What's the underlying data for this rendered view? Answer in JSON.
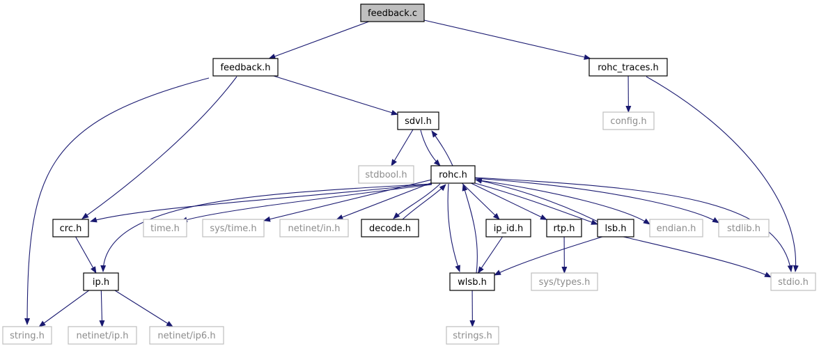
{
  "diagram": {
    "colors": {
      "edge": "#191970",
      "box_border": "#000000",
      "ghost_border": "#bfbfbf",
      "ghost_text": "#8c8c8c",
      "root_fill": "#bfbfbf"
    },
    "nodes": [
      {
        "id": "feedback_c",
        "label": "feedback.c",
        "style": "root"
      },
      {
        "id": "feedback_h",
        "label": "feedback.h",
        "style": "solid"
      },
      {
        "id": "rohc_traces_h",
        "label": "rohc_traces.h",
        "style": "solid"
      },
      {
        "id": "config_h",
        "label": "config.h",
        "style": "ghost"
      },
      {
        "id": "sdvl_h",
        "label": "sdvl.h",
        "style": "solid"
      },
      {
        "id": "stdbool_h",
        "label": "stdbool.h",
        "style": "ghost"
      },
      {
        "id": "rohc_h",
        "label": "rohc.h",
        "style": "solid"
      },
      {
        "id": "crc_h",
        "label": "crc.h",
        "style": "solid"
      },
      {
        "id": "time_h",
        "label": "time.h",
        "style": "ghost"
      },
      {
        "id": "sys_time_h",
        "label": "sys/time.h",
        "style": "ghost"
      },
      {
        "id": "netinet_in_h",
        "label": "netinet/in.h",
        "style": "ghost"
      },
      {
        "id": "decode_h",
        "label": "decode.h",
        "style": "solid"
      },
      {
        "id": "ip_id_h",
        "label": "ip_id.h",
        "style": "solid"
      },
      {
        "id": "rtp_h",
        "label": "rtp.h",
        "style": "solid"
      },
      {
        "id": "lsb_h",
        "label": "lsb.h",
        "style": "solid"
      },
      {
        "id": "endian_h",
        "label": "endian.h",
        "style": "ghost"
      },
      {
        "id": "stdlib_h",
        "label": "stdlib.h",
        "style": "ghost"
      },
      {
        "id": "ip_h",
        "label": "ip.h",
        "style": "solid"
      },
      {
        "id": "wlsb_h",
        "label": "wlsb.h",
        "style": "solid"
      },
      {
        "id": "sys_types_h",
        "label": "sys/types.h",
        "style": "ghost"
      },
      {
        "id": "stdio_h",
        "label": "stdio.h",
        "style": "ghost"
      },
      {
        "id": "string_h",
        "label": "string.h",
        "style": "ghost"
      },
      {
        "id": "netinet_ip_h",
        "label": "netinet/ip.h",
        "style": "ghost"
      },
      {
        "id": "netinet_ip6_h",
        "label": "netinet/ip6.h",
        "style": "ghost"
      },
      {
        "id": "strings_h",
        "label": "strings.h",
        "style": "ghost"
      }
    ],
    "edges": [
      [
        "feedback_c",
        "feedback_h"
      ],
      [
        "feedback_c",
        "rohc_traces_h"
      ],
      [
        "feedback_h",
        "sdvl_h"
      ],
      [
        "feedback_h",
        "crc_h"
      ],
      [
        "feedback_h",
        "string_h"
      ],
      [
        "rohc_traces_h",
        "config_h"
      ],
      [
        "rohc_traces_h",
        "stdio_h"
      ],
      [
        "sdvl_h",
        "stdbool_h"
      ],
      [
        "sdvl_h",
        "rohc_h"
      ],
      [
        "rohc_h",
        "sdvl_h"
      ],
      [
        "rohc_h",
        "crc_h"
      ],
      [
        "rohc_h",
        "time_h"
      ],
      [
        "rohc_h",
        "sys_time_h"
      ],
      [
        "rohc_h",
        "netinet_in_h"
      ],
      [
        "rohc_h",
        "decode_h"
      ],
      [
        "decode_h",
        "rohc_h"
      ],
      [
        "rohc_h",
        "ip_id_h"
      ],
      [
        "rohc_h",
        "rtp_h"
      ],
      [
        "rohc_h",
        "lsb_h"
      ],
      [
        "lsb_h",
        "rohc_h"
      ],
      [
        "rohc_h",
        "endian_h"
      ],
      [
        "rohc_h",
        "stdlib_h"
      ],
      [
        "rohc_h",
        "stdio_h"
      ],
      [
        "rohc_h",
        "ip_h"
      ],
      [
        "rohc_h",
        "wlsb_h"
      ],
      [
        "wlsb_h",
        "rohc_h"
      ],
      [
        "crc_h",
        "ip_h"
      ],
      [
        "ip_h",
        "string_h"
      ],
      [
        "ip_h",
        "netinet_ip_h"
      ],
      [
        "ip_h",
        "netinet_ip6_h"
      ],
      [
        "ip_id_h",
        "wlsb_h"
      ],
      [
        "lsb_h",
        "wlsb_h"
      ],
      [
        "lsb_h",
        "stdio_h"
      ],
      [
        "rtp_h",
        "sys_types_h"
      ],
      [
        "wlsb_h",
        "strings_h"
      ]
    ]
  }
}
